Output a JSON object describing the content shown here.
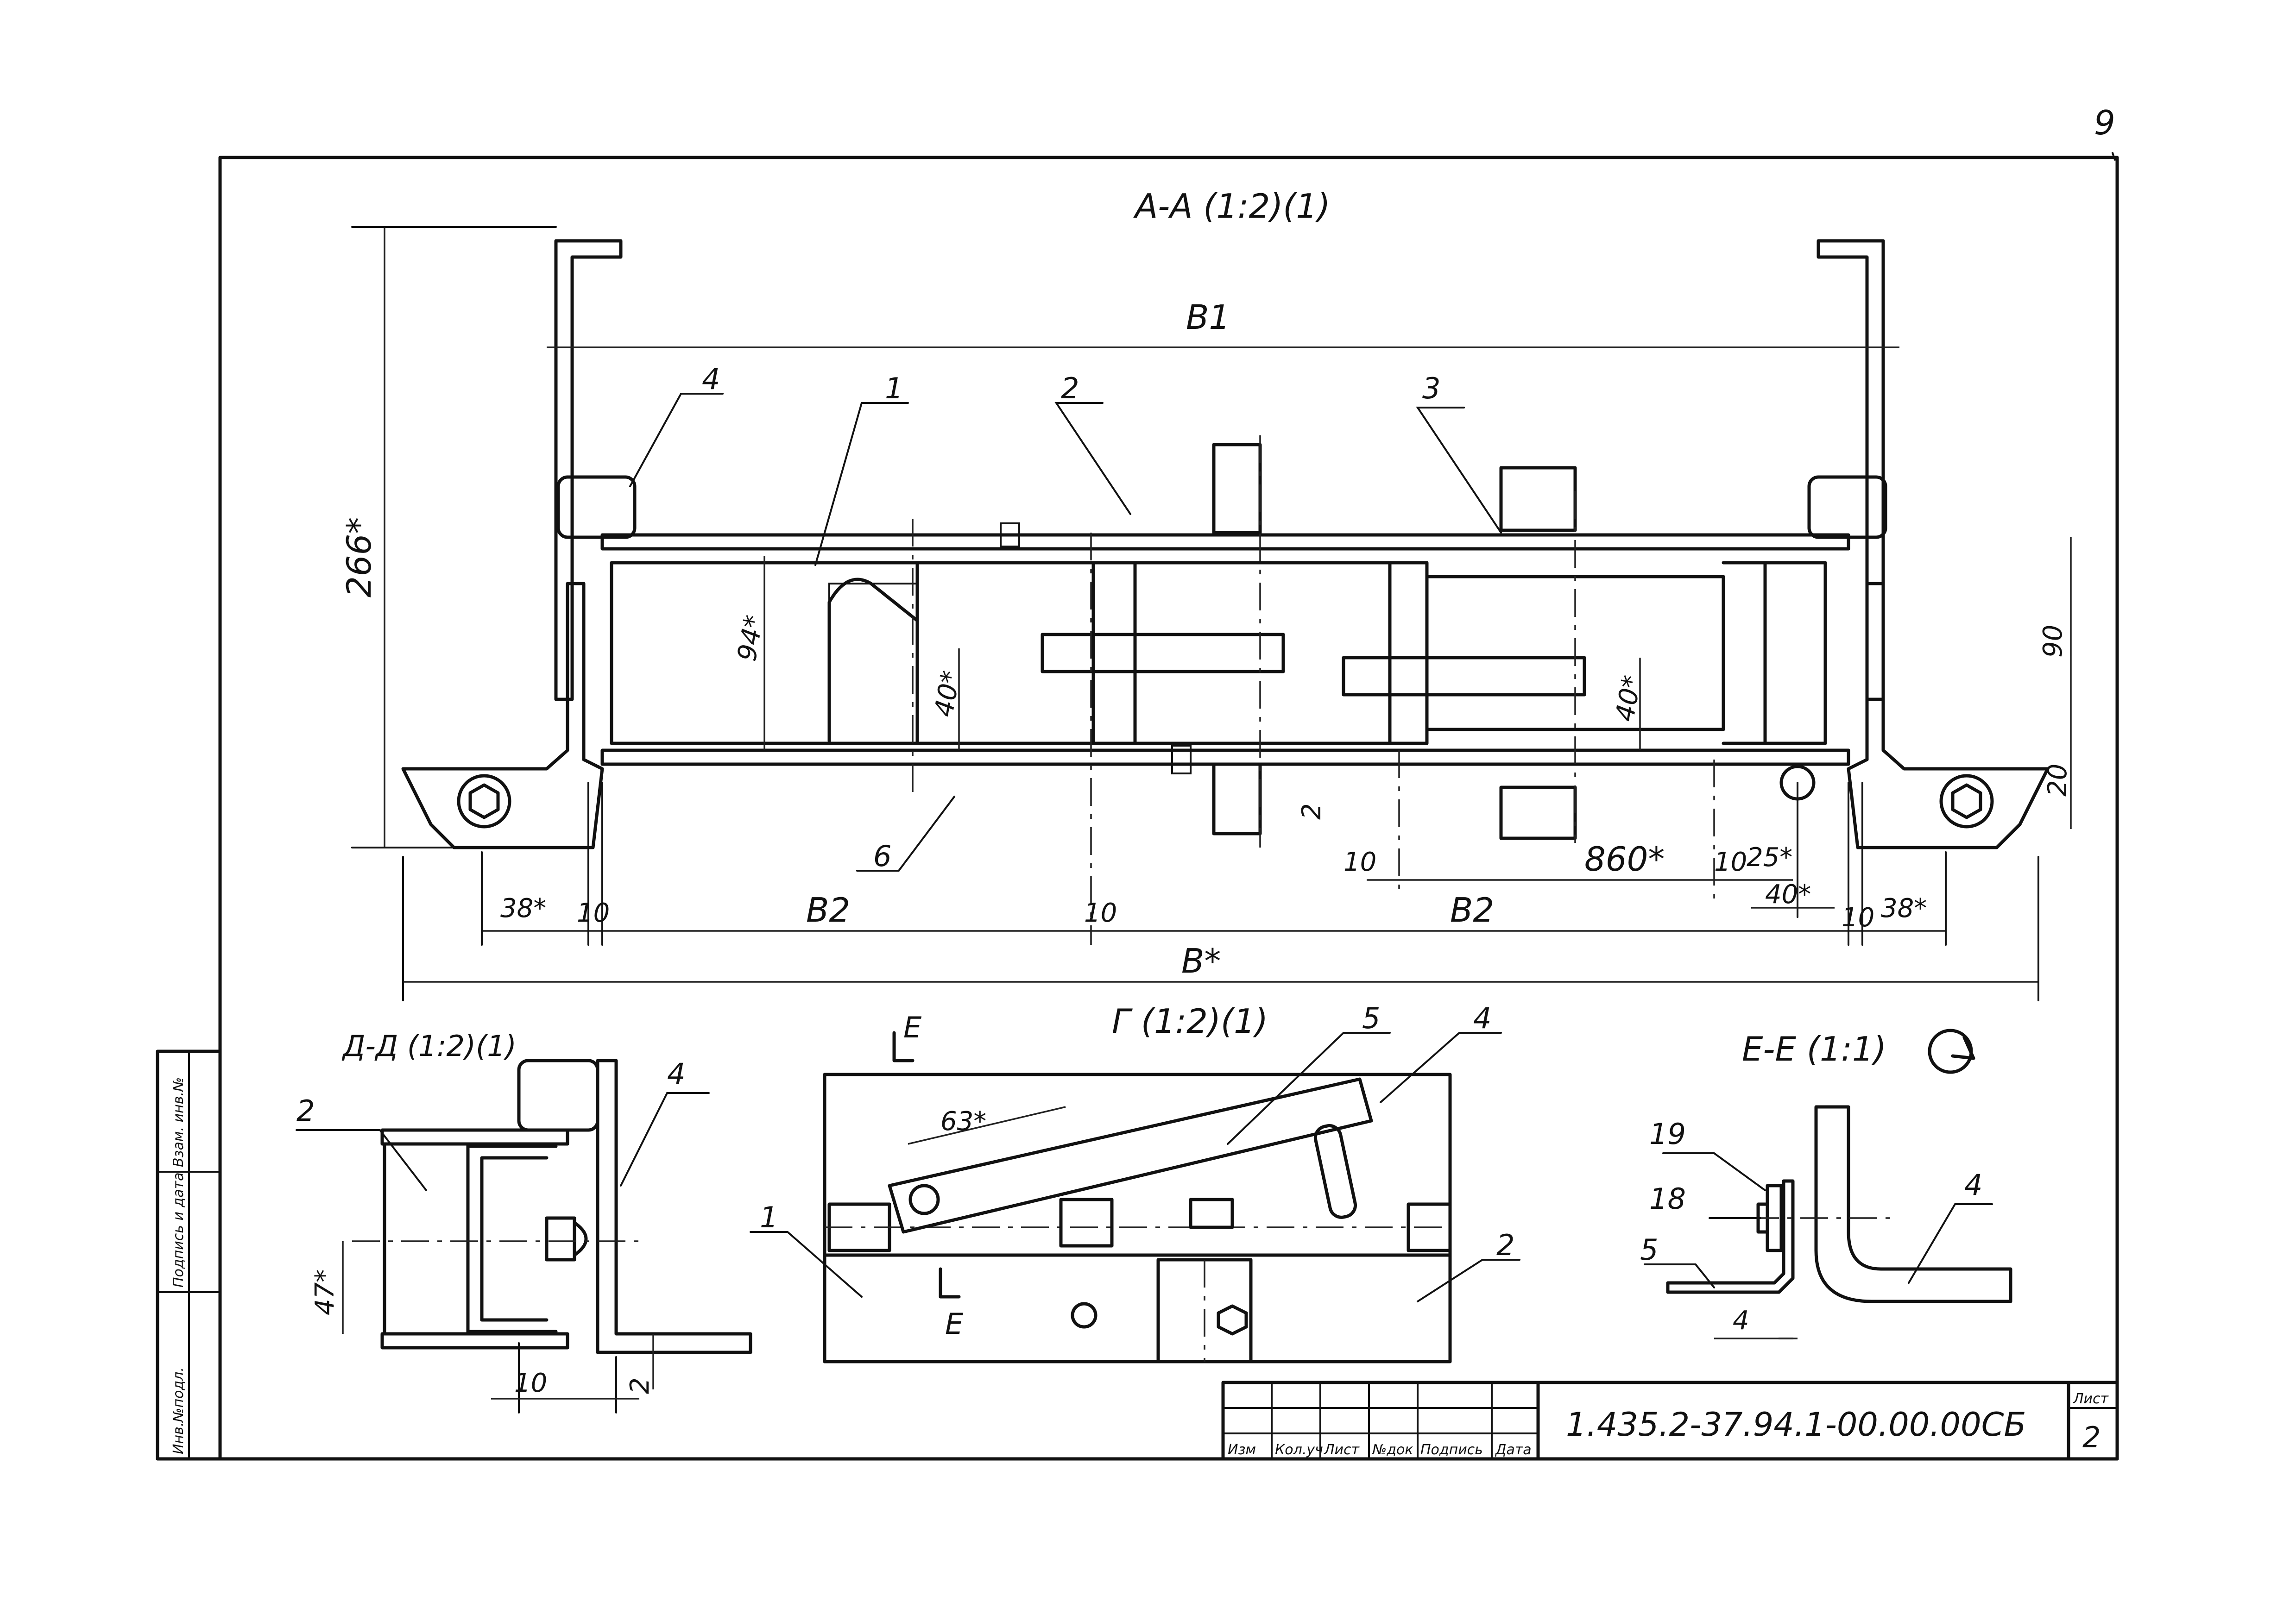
{
  "page_number": "9",
  "sheet_code": "1.435.2-37.94.1-00.00.00СБ",
  "sheet_label": "Лист",
  "sheet_no": "2",
  "title_block_headers": [
    "Изм",
    "Кол.уч",
    "Лист",
    "№док",
    "Подпись",
    "Дата"
  ],
  "side_stamp": [
    "Инв.№подл.",
    "Подпись и дата",
    "Взам. инв.№"
  ],
  "view_aa": {
    "title": "А-А (1:2)(1)",
    "dims": {
      "b1": "В1",
      "h266": "266*",
      "h90": "90",
      "h20": "20",
      "d94": "94*",
      "d40a": "40*",
      "d40b": "40*",
      "d2a": "2",
      "d10a": "10",
      "d860": "860*",
      "d10b": "10",
      "d25": "25*",
      "d40c": "40*",
      "d10c": "10",
      "d38a": "38*",
      "d38b": "38*",
      "d10d": "10",
      "b2a": "В2",
      "d10e": "10",
      "b2b": "В2",
      "b": "В*"
    },
    "callouts": [
      "4",
      "1",
      "2",
      "3",
      "6"
    ]
  },
  "view_dd": {
    "title": "Д-Д (1:2)(1)",
    "dims": {
      "d47": "47*",
      "d10": "10",
      "d2": "2"
    },
    "callouts": [
      "2",
      "4"
    ]
  },
  "view_g": {
    "title": "Г (1:2)(1)",
    "section_mark": "Е",
    "dims": {
      "d63": "63*"
    },
    "callouts": [
      "5",
      "4",
      "1",
      "2"
    ]
  },
  "view_ee": {
    "title": "Е-Е (1:1)",
    "dims": {
      "d4": "4"
    },
    "callouts": [
      "19",
      "18",
      "5",
      "4"
    ]
  }
}
